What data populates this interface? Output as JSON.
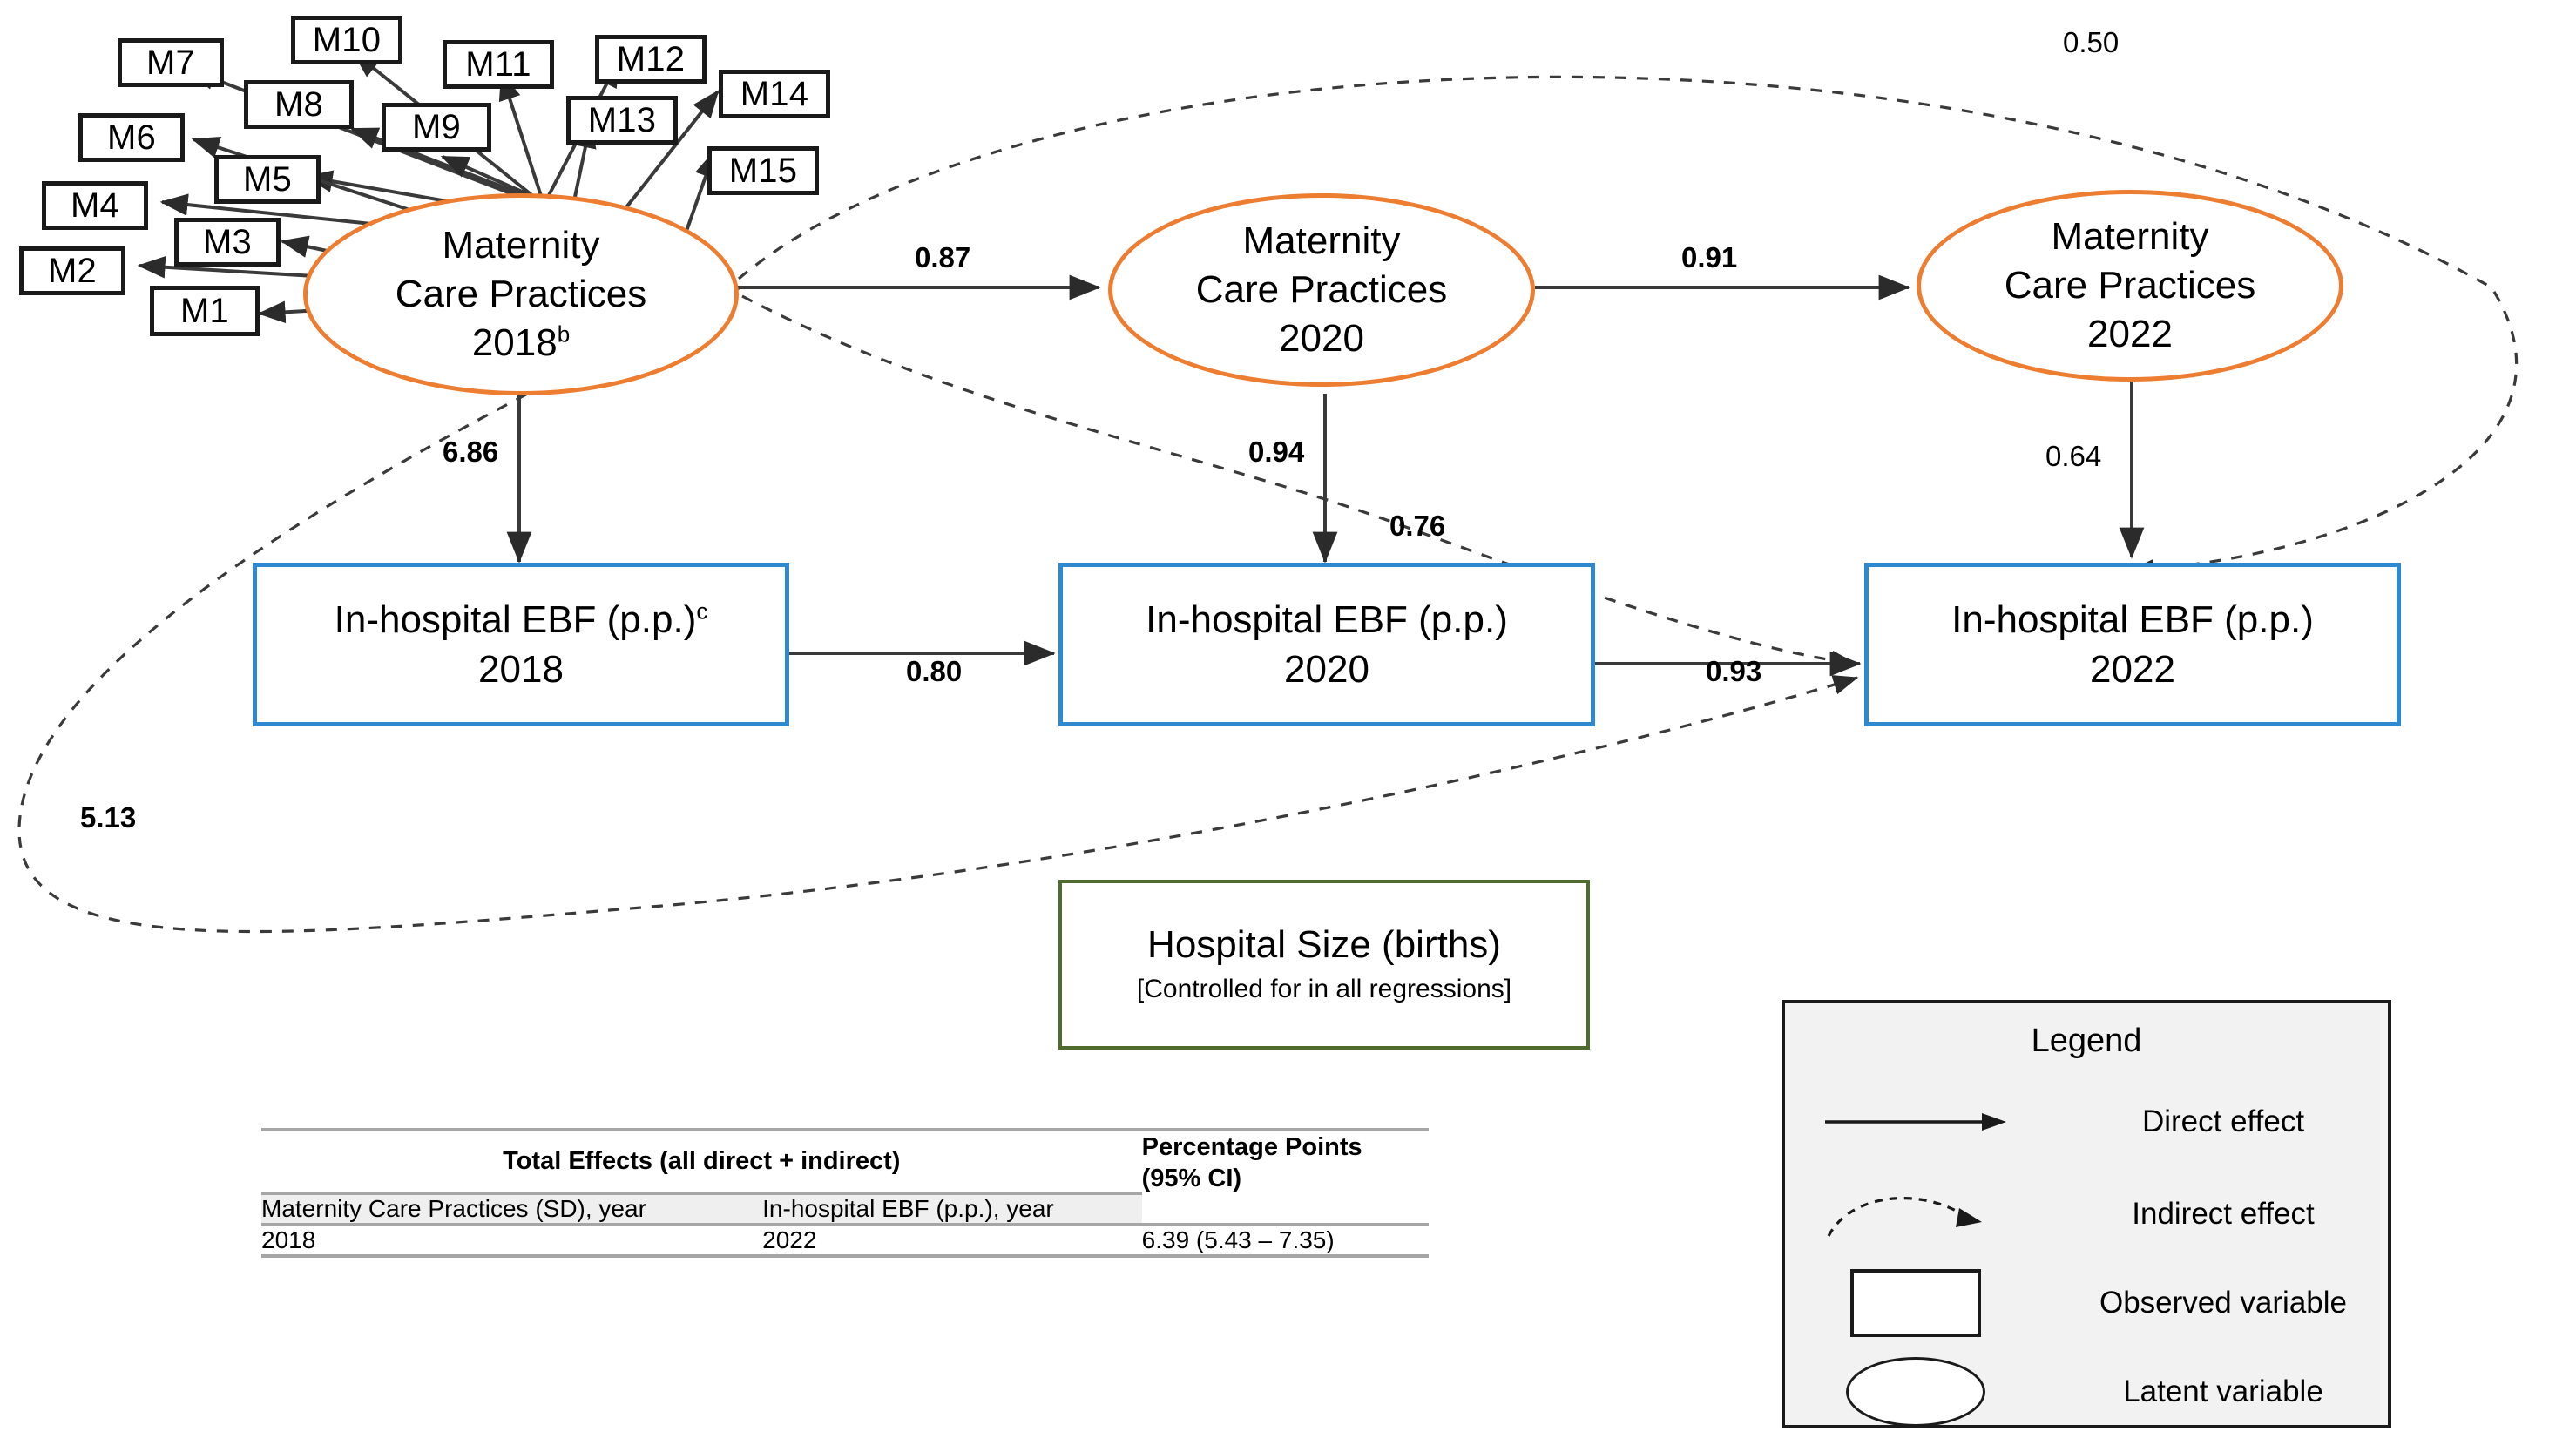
{
  "figure": {
    "type": "sem-path-diagram",
    "title": "Structural equation model of maternity care practices and in-hospital exclusive breastfeeding"
  },
  "manifest_indicators": [
    {
      "id": "m1",
      "label": "M1"
    },
    {
      "id": "m2",
      "label": "M2"
    },
    {
      "id": "m3",
      "label": "M3"
    },
    {
      "id": "m4",
      "label": "M4"
    },
    {
      "id": "m5",
      "label": "M5"
    },
    {
      "id": "m6",
      "label": "M6"
    },
    {
      "id": "m7",
      "label": "M7"
    },
    {
      "id": "m8",
      "label": "M8"
    },
    {
      "id": "m9",
      "label": "M9"
    },
    {
      "id": "m10",
      "label": "M10"
    },
    {
      "id": "m11",
      "label": "M11"
    },
    {
      "id": "m12",
      "label": "M12"
    },
    {
      "id": "m13",
      "label": "M13"
    },
    {
      "id": "m14",
      "label": "M14"
    },
    {
      "id": "m15",
      "label": "M15"
    }
  ],
  "latent_nodes": [
    {
      "id": "mcp2018",
      "line1": "Maternity",
      "line2": "Care Practices",
      "line3": "2018",
      "superscript": "b"
    },
    {
      "id": "mcp2020",
      "line1": "Maternity",
      "line2": "Care Practices",
      "line3": "2020",
      "superscript": ""
    },
    {
      "id": "mcp2022",
      "line1": "Maternity",
      "line2": "Care Practices",
      "line3": "2022",
      "superscript": ""
    }
  ],
  "observed_nodes": [
    {
      "id": "ebf2018",
      "line1": "In-hospital EBF (p.p.)",
      "superscript": "c",
      "line2": "2018"
    },
    {
      "id": "ebf2020",
      "line1": "In-hospital EBF (p.p.)",
      "superscript": "",
      "line2": "2020"
    },
    {
      "id": "ebf2022",
      "line1": "In-hospital EBF (p.p.)",
      "superscript": "",
      "line2": "2022"
    }
  ],
  "control_node": {
    "title": "Hospital Size (births)",
    "note": "[Controlled for in all regressions]"
  },
  "path_coefficients": [
    {
      "id": "mcp18_to_mcp20",
      "value": "0.87",
      "kind": "direct",
      "from": "mcp2018",
      "to": "mcp2020"
    },
    {
      "id": "mcp20_to_mcp22",
      "value": "0.91",
      "kind": "direct",
      "from": "mcp2020",
      "to": "mcp2022"
    },
    {
      "id": "mcp18_to_ebf18",
      "value": "6.86",
      "kind": "direct",
      "from": "mcp2018",
      "to": "ebf2018"
    },
    {
      "id": "mcp20_to_ebf20",
      "value": "0.94",
      "kind": "direct",
      "from": "mcp2020",
      "to": "ebf2020"
    },
    {
      "id": "mcp22_to_ebf22",
      "value": "0.64",
      "kind": "direct",
      "from": "mcp2022",
      "to": "ebf2022"
    },
    {
      "id": "ebf18_to_ebf20",
      "value": "0.80",
      "kind": "direct",
      "from": "ebf2018",
      "to": "ebf2020"
    },
    {
      "id": "ebf20_to_ebf22",
      "value": "0.93",
      "kind": "direct",
      "from": "ebf2020",
      "to": "ebf2022"
    },
    {
      "id": "mcp18_to_ebf22",
      "value": "0.50",
      "kind": "indirect",
      "from": "mcp2018",
      "to": "ebf2022"
    },
    {
      "id": "mcp20_to_ebf22",
      "value": "0.76",
      "kind": "indirect",
      "from": "mcp2020",
      "to": "ebf2022"
    },
    {
      "id": "ebf18_to_ebf22",
      "value": "5.13",
      "kind": "indirect",
      "from": "ebf2018",
      "to": "ebf2022"
    }
  ],
  "totals_table": {
    "group_header": "Total Effects (all direct + indirect)",
    "right_header_line1": "Percentage Points",
    "right_header_line2": "(95% CI)",
    "columns": [
      "Maternity Care Practices (SD), year",
      "In-hospital EBF (p.p.), year"
    ],
    "rows": [
      {
        "exposure_year": "2018",
        "outcome_year": "2022",
        "effect": "6.39 (5.43 – 7.35)"
      }
    ]
  },
  "legend": {
    "title": "Legend",
    "entries": [
      {
        "symbol": "solid-arrow-icon",
        "label": "Direct effect"
      },
      {
        "symbol": "dashed-arc-arrow-icon",
        "label": "Indirect effect"
      },
      {
        "symbol": "rectangle-icon",
        "label": "Observed variable"
      },
      {
        "symbol": "ellipse-icon",
        "label": "Latent variable"
      }
    ]
  },
  "colors": {
    "latent_border": "#ED7D31",
    "observed_border": "#2E89D0",
    "control_border": "#4F6B2E",
    "legend_background": "#F2F2F2",
    "edge": "#3a3a3a",
    "table_rule": "#a6a6a6"
  }
}
